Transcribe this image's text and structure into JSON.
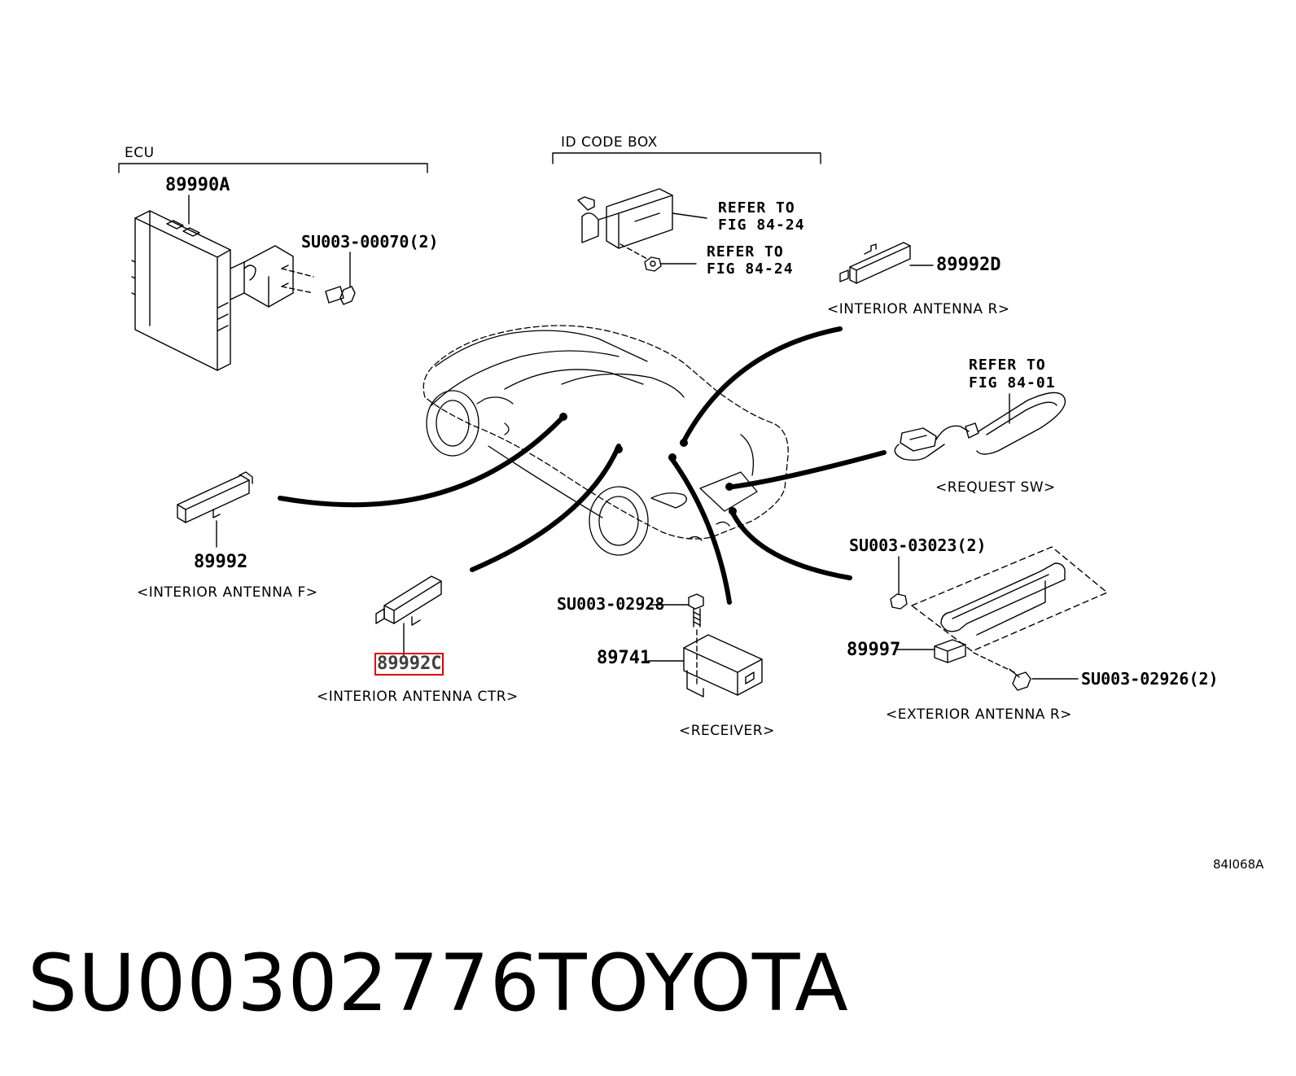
{
  "sections": {
    "ecu": "ECU",
    "id_code_box": "ID CODE BOX"
  },
  "parts": {
    "ecu": "89990A",
    "ecu_bolt": "SU003-00070(2)",
    "id_refer_1": [
      "REFER TO",
      "FIG 84-24"
    ],
    "id_refer_2": [
      "REFER TO",
      "FIG 84-24"
    ],
    "antenna_r": "89992D",
    "antenna_f": "89992",
    "antenna_ctr": "89992C",
    "request_refer": [
      "REFER TO",
      "FIG 84-01"
    ],
    "receiver_bolt": "SU003-02928",
    "receiver": "89741",
    "ext_antenna_nut": "SU003-03023(2)",
    "ext_antenna": "89997",
    "ext_antenna_screw": "SU003-02926(2)"
  },
  "captions": {
    "interior_antenna_r": "<INTERIOR ANTENNA R>",
    "request_sw": "<REQUEST SW>",
    "interior_antenna_f": "<INTERIOR ANTENNA F>",
    "interior_antenna_ctr": "<INTERIOR ANTENNA CTR>",
    "receiver": "<RECEIVER>",
    "exterior_antenna_r": "<EXTERIOR ANTENNA R>"
  },
  "figure_code": "84I068A",
  "footer": {
    "part_number": "SU00302776",
    "brand": "TOYOTA"
  },
  "highlighted_part": "89992C"
}
